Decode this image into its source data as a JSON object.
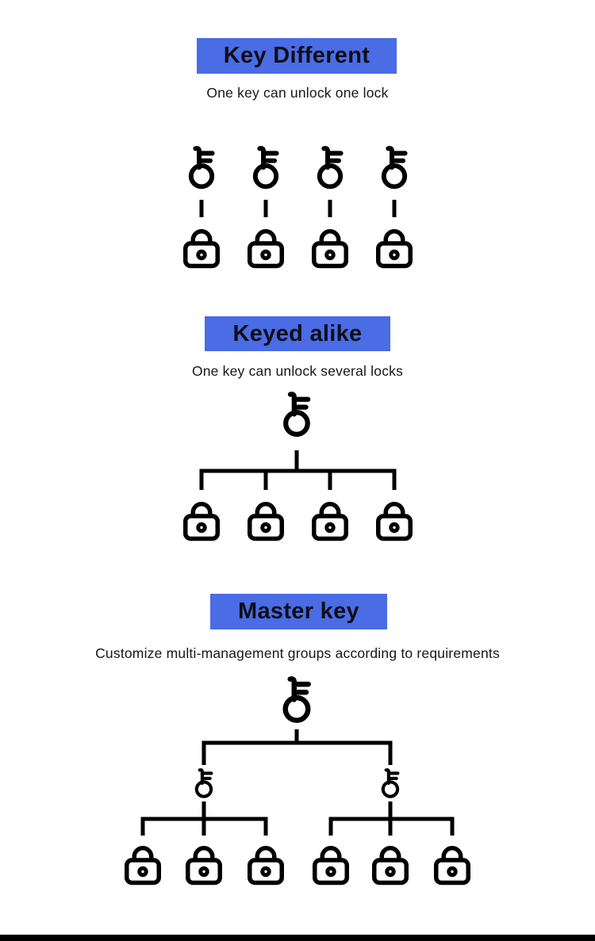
{
  "page": {
    "background_color": "#ffffff",
    "accent_color": "#4a6ce4",
    "line_color": "#000000",
    "footer_bar_color": "#000000"
  },
  "icons": {
    "key": "key-icon",
    "lock": "lock-icon"
  },
  "sections": [
    {
      "title": "Key Different",
      "subtitle": "One key can unlock one lock",
      "diagram": {
        "type": "one-to-one",
        "keys": 4,
        "locks": 4,
        "note": "each key connects by a line to one lock"
      }
    },
    {
      "title": "Keyed alike",
      "subtitle": "One key can unlock several locks",
      "diagram": {
        "type": "one-to-many",
        "keys": 1,
        "locks": 4,
        "note": "single key branches to four locks"
      }
    },
    {
      "title": "Master key",
      "subtitle": "Customize multi-management groups according to requirements",
      "diagram": {
        "type": "hierarchy",
        "master_keys": 1,
        "sub_keys": 2,
        "locks_per_sub_key": 3,
        "locks": 6,
        "note": "master key branches to two sub keys, each sub key branches to three locks"
      }
    }
  ]
}
